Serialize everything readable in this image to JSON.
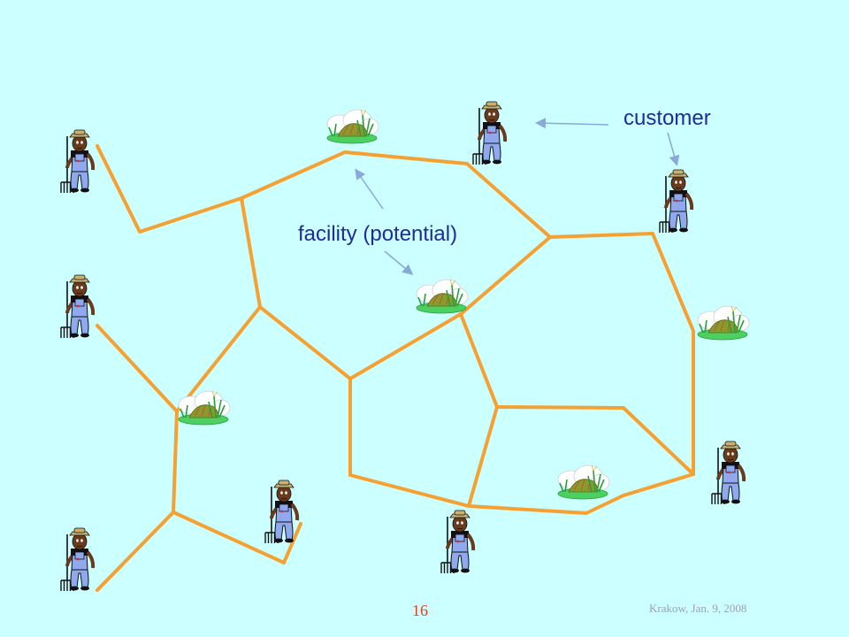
{
  "labels": {
    "customer": "customer",
    "facility": "facility (potential)"
  },
  "footer": {
    "page_number": "16",
    "date": "Krakow, Jan. 9, 2008"
  },
  "colors": {
    "background": "#ccffff",
    "edge": "#f5a030",
    "label_text": "#1f2b99",
    "arrow": "#8aa8d8",
    "page_number": "#e04020",
    "footer": "#9aa0b8"
  },
  "icons": {
    "customer": "farmer-with-pitchfork-icon",
    "facility": "haystack-on-grass-icon"
  }
}
